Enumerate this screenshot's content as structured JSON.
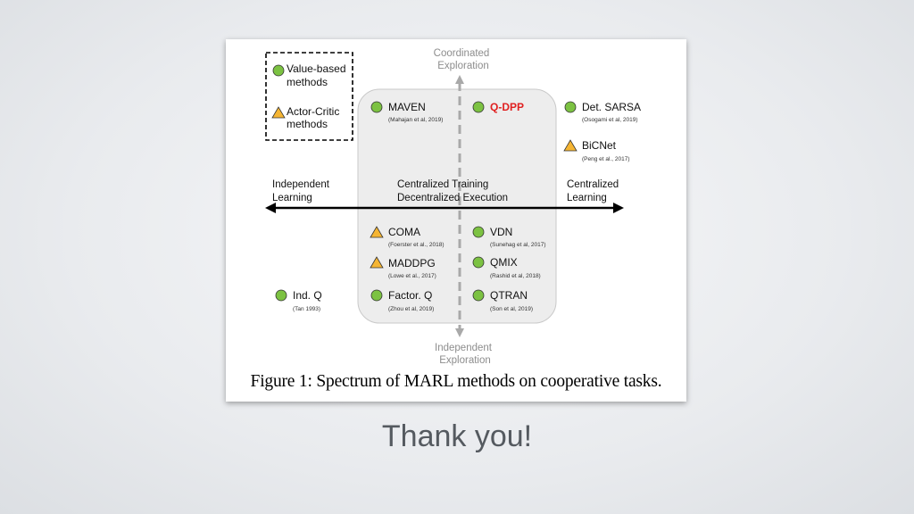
{
  "legend": {
    "value_based": "Value-based methods",
    "value_based_line1": "Value-based",
    "value_based_line2": "methods",
    "actor_critic_line1": "Actor-Critic",
    "actor_critic_line2": "methods"
  },
  "axes": {
    "top_line1": "Coordinated",
    "top_line2": "Exploration",
    "bottom_line1": "Independent",
    "bottom_line2": "Exploration",
    "left_line1": "Independent",
    "left_line2": "Learning",
    "center_line1": "Centralized Training",
    "center_line2": "Decentralized Execution",
    "right_line1": "Centralized",
    "right_line2": "Learning"
  },
  "methods": {
    "maven": {
      "name": "MAVEN",
      "cite": "(Mahajan et al, 2019)",
      "kind": "value-based"
    },
    "qdpp": {
      "name": "Q-DPP",
      "cite": "",
      "kind": "value-based",
      "highlight_color": "#e02020"
    },
    "det_sarsa": {
      "name": "Det. SARSA",
      "cite": "(Osogami et al, 2019)",
      "kind": "value-based"
    },
    "bicnet": {
      "name": "BiCNet",
      "cite": "(Peng et al., 2017)",
      "kind": "actor-critic"
    },
    "coma": {
      "name": "COMA",
      "cite": "(Foerster et al., 2018)",
      "kind": "actor-critic"
    },
    "vdn": {
      "name": "VDN",
      "cite": "(Sunehag et al, 2017)",
      "kind": "value-based"
    },
    "maddpg": {
      "name": "MADDPG",
      "cite": "(Lowe et al., 2017)",
      "kind": "actor-critic"
    },
    "qmix": {
      "name": "QMIX",
      "cite": "(Rashid et al, 2018)",
      "kind": "value-based"
    },
    "ind_q": {
      "name": "Ind. Q",
      "cite": "(Tan 1993)",
      "kind": "value-based"
    },
    "factor_q": {
      "name": "Factor. Q",
      "cite": "(Zhou et al, 2019)",
      "kind": "value-based"
    },
    "qtran": {
      "name": "QTRAN",
      "cite": "(Son et al, 2019)",
      "kind": "value-based"
    }
  },
  "caption": "Figure 1: Spectrum of MARL methods on cooperative tasks.",
  "footer": "Thank you!",
  "colors": {
    "value_based_fill": "#7cc242",
    "actor_critic_fill": "#f5b533",
    "highlight": "#e02020",
    "region": "#ededed",
    "explore_text": "#8d8d8d"
  }
}
